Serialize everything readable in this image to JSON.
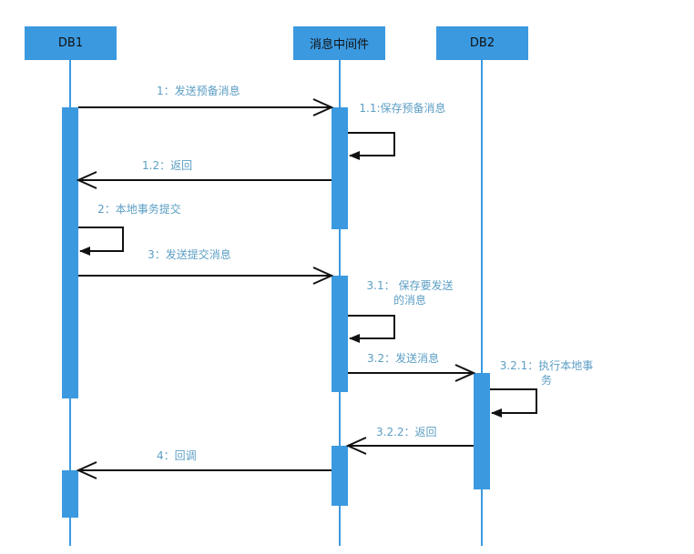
{
  "participants": [
    {
      "name": "DB1"
    },
    {
      "name": "消息中间件"
    },
    {
      "name": "DB2"
    }
  ],
  "messages": [
    {
      "label": "1：发送预备消息"
    },
    {
      "label": "1.1:保存预备消息"
    },
    {
      "label": "1.2：返回"
    },
    {
      "label": "2：本地事务提交"
    },
    {
      "label": "3：发送提交消息"
    },
    {
      "label": "3.1： 保存要发送的消息"
    },
    {
      "label": "3.2：发送消息"
    },
    {
      "label": "3.2.1：执行本地事务"
    },
    {
      "label": "3.2.2：返回"
    },
    {
      "label": "4：回调"
    }
  ],
  "colors": {
    "header": "#3b99e0",
    "lifeline": "#3b99e0",
    "activation": "#3b99e0",
    "arrow": "#111111",
    "label": "#5b9ec4"
  }
}
